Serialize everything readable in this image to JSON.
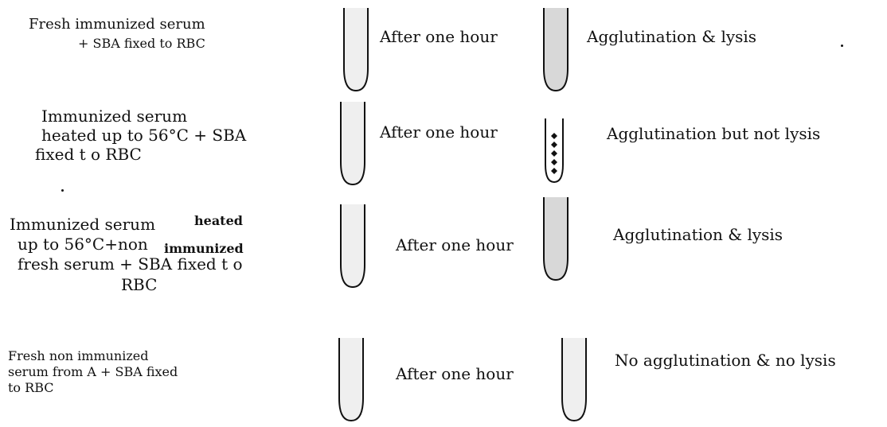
{
  "rows": [
    {
      "input": {
        "lines": [
          "Fresh immunized serum",
          "+ SBA fixed  to RBC"
        ]
      },
      "interval": "After one hour",
      "result": "Agglutination & lysis"
    },
    {
      "input": {
        "lines": [
          "Immunized serum",
          "heated up to 56°C + SBA",
          "fixed t o RBC"
        ]
      },
      "interval": "After one hour",
      "result": "Agglutination but not lysis"
    },
    {
      "input": {
        "lines": [
          "Immunized serum",
          "heated",
          "up to 56°C+non",
          "immunized",
          "fresh serum  + SBA fixed t o",
          "RBC"
        ]
      },
      "interval": "After one hour",
      "result": "Agglutination & lysis"
    },
    {
      "input": {
        "lines": [
          "Fresh non immunized",
          "serum from A + SBA fixed",
          "to RBC"
        ]
      },
      "interval": "After one hour",
      "result": "No agglutination & no  lysis"
    }
  ],
  "tube_states": {
    "before": "fine-stipple",
    "after": [
      "coarse-stipple",
      "diamond-clumps",
      "coarse-stipple",
      "fine-stipple"
    ]
  },
  "colors": {
    "ink": "#111111",
    "background": "#ffffff"
  }
}
